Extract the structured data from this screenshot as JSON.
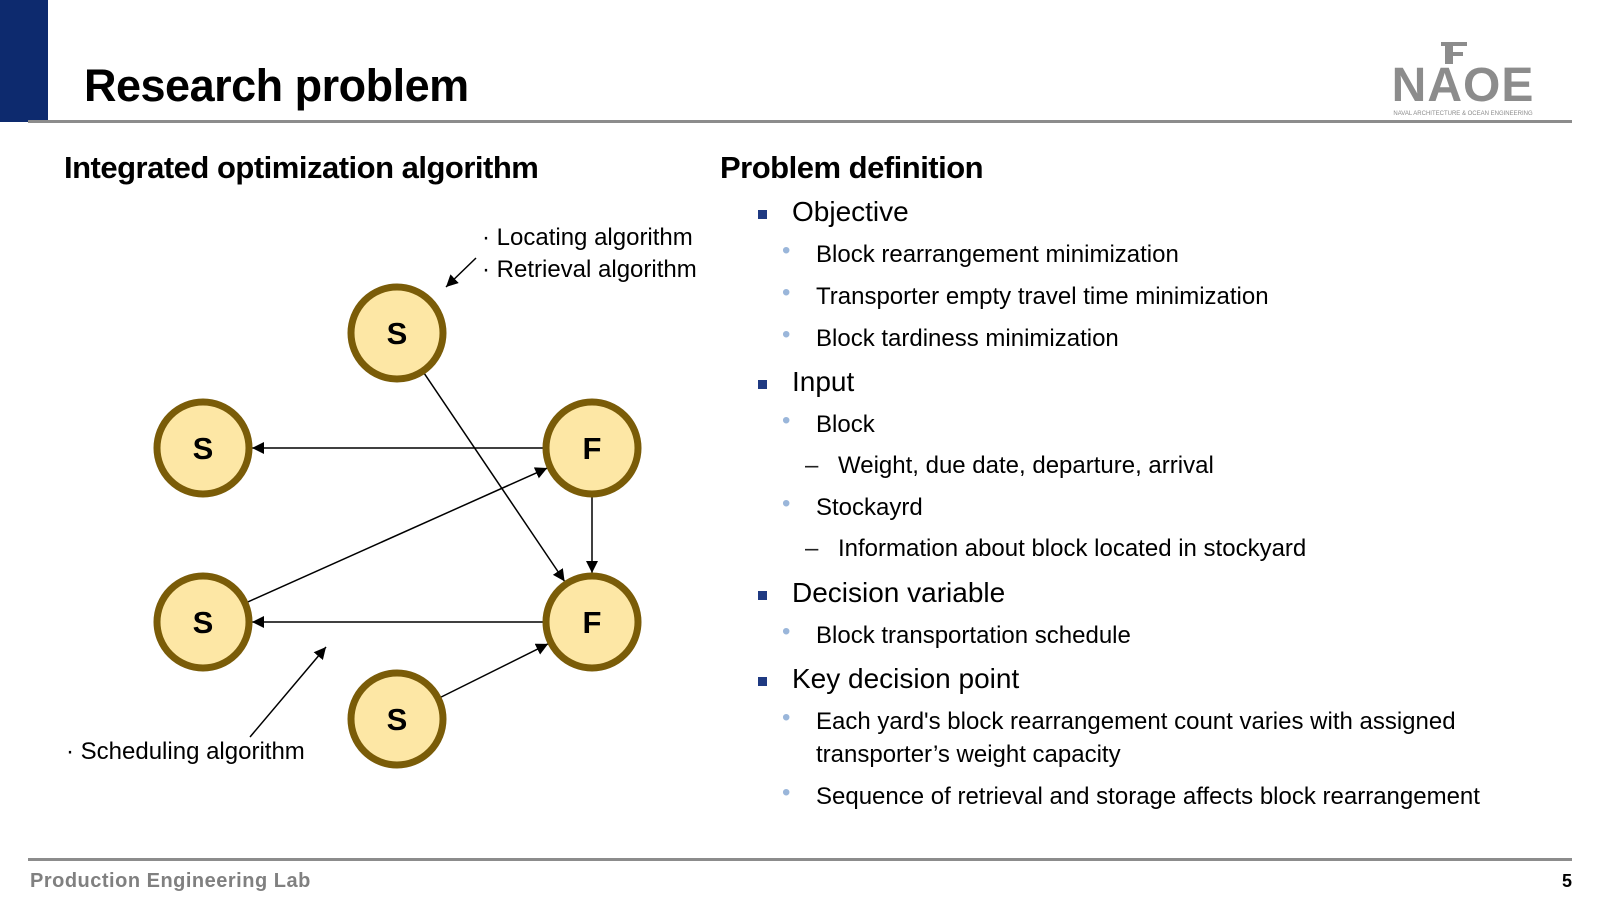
{
  "slide": {
    "title": "Research problem",
    "page_number": "5",
    "footer": "Production Engineering Lab",
    "logo": {
      "text": "NAOE",
      "subtitle": "NAVAL ARCHITECTURE & OCEAN ENGINEERING"
    },
    "accent_color": "#0d2a6e",
    "node_fill": "#fde7a5",
    "node_border": "#7a5c08"
  },
  "left": {
    "heading": "Integrated optimization algorithm",
    "notes": [
      "· Locating algorithm",
      "· Retrieval algorithm",
      "· Scheduling algorithm"
    ],
    "nodes": [
      {
        "id": "S1",
        "label": "S"
      },
      {
        "id": "S2",
        "label": "S"
      },
      {
        "id": "F1",
        "label": "F"
      },
      {
        "id": "S3",
        "label": "S"
      },
      {
        "id": "F2",
        "label": "F"
      },
      {
        "id": "S4",
        "label": "S"
      }
    ],
    "edges": [
      {
        "from": "F1",
        "to": "S2"
      },
      {
        "from": "S1",
        "to": "F2"
      },
      {
        "from": "F1",
        "to": "F2"
      },
      {
        "from": "S3",
        "to": "F1"
      },
      {
        "from": "F2",
        "to": "S3"
      },
      {
        "from": "S4",
        "to": "F2"
      }
    ]
  },
  "right": {
    "heading": "Problem definition",
    "items": [
      {
        "level": 1,
        "text": "Objective"
      },
      {
        "level": 2,
        "text": "Block rearrangement minimization"
      },
      {
        "level": 2,
        "text": "Transporter empty travel time minimization"
      },
      {
        "level": 2,
        "text": "Block tardiness minimization"
      },
      {
        "level": 1,
        "text": "Input"
      },
      {
        "level": 2,
        "text": "Block"
      },
      {
        "level": 3,
        "text": "Weight, due date, departure, arrival"
      },
      {
        "level": 2,
        "text": "Stockayrd"
      },
      {
        "level": 3,
        "text": "Information about block located in stockyard"
      },
      {
        "level": 1,
        "text": "Decision variable"
      },
      {
        "level": 2,
        "text": "Block transportation schedule"
      },
      {
        "level": 1,
        "text": "Key decision point"
      },
      {
        "level": 2,
        "text": "Each yard's block rearrangement count varies with assigned"
      },
      {
        "level": 2,
        "text": "transporter’s weight capacity",
        "continuation": true
      },
      {
        "level": 2,
        "text": "Sequence of retrieval and storage affects block rearrangement"
      }
    ]
  }
}
